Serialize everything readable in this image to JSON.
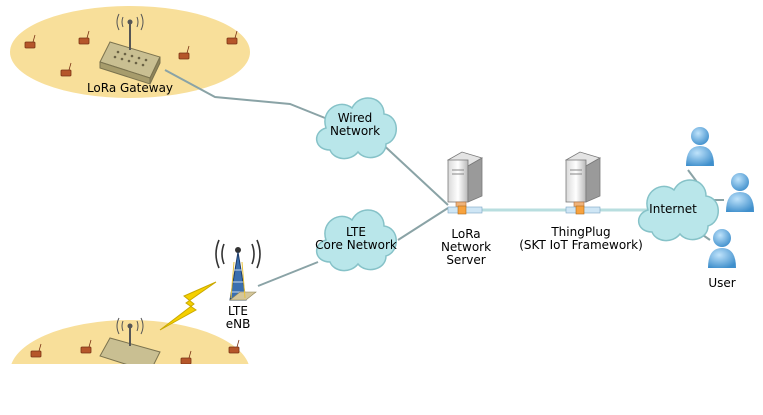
{
  "labels": {
    "lora_gateway": "LoRa Gateway",
    "wired_network": [
      "Wired",
      "Network"
    ],
    "lte_core_network": [
      "LTE",
      "Core Network"
    ],
    "lte_enb": [
      "LTE",
      "eNB"
    ],
    "lora_network_server": [
      "LoRa",
      "Network",
      "Server"
    ],
    "thingplug": [
      "ThingPlug",
      "(SKT IoT Framework)"
    ],
    "internet": "Internet",
    "user": "User"
  },
  "icons": {
    "gateway": "gateway-router-icon",
    "sensor": "lora-sensor-icon",
    "cloud": "cloud-icon",
    "server": "server-icon",
    "tower": "lte-tower-icon",
    "lightning": "lightning-bolt-icon",
    "user": "user-person-icon"
  },
  "colors": {
    "field_fill": "#f8df9a",
    "cloud_fill": "#b9e6ea",
    "cloud_stroke": "#86c2c8",
    "link": "#8aa3a6",
    "server_link": "#b8dedf",
    "sensor": "#b5562a",
    "lightning": "#f5d000",
    "user": "#4c9cd6"
  }
}
